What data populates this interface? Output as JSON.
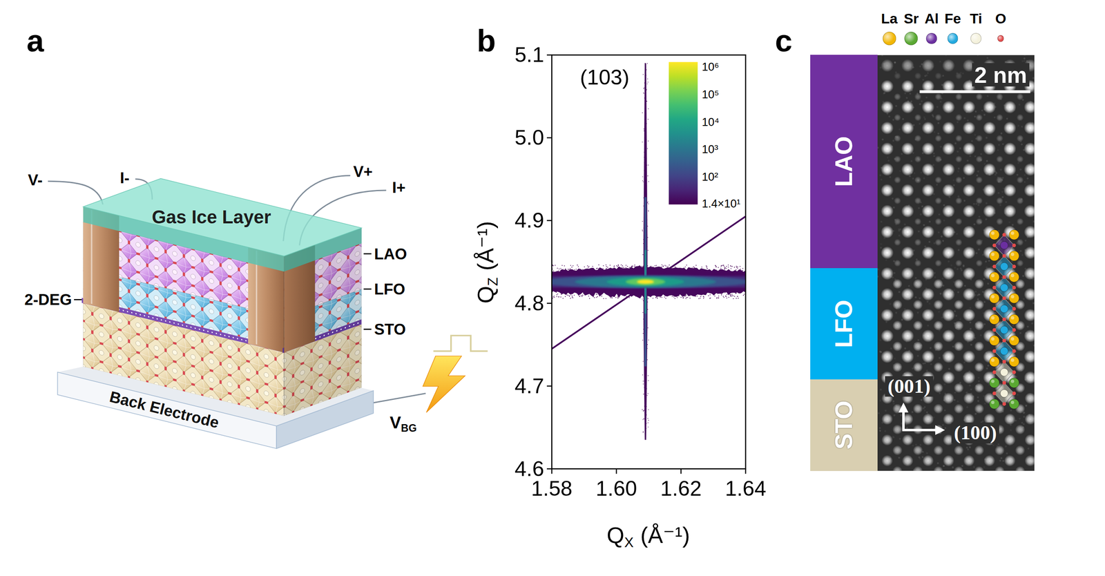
{
  "diagram": {
    "nodes": [
      {
        "text": [
          "Gas Ice Layer"
        ]
      },
      {
        "text": [
          "Back Electrode"
        ]
      },
      {
        "text": [
          "LAO"
        ]
      },
      {
        "text": [
          "LFO"
        ]
      },
      {
        "text": [
          "STO"
        ]
      }
    ],
    "labels": [
      "a",
      "V-",
      "I-",
      "V+",
      "I+",
      "LAO",
      "LFO",
      "2-DEG",
      "STO",
      "V",
      "BG",
      "b",
      "(103)",
      "5.1",
      "5.0",
      "4.9",
      "4.8",
      "4.7",
      "4.6",
      "1.58",
      "1.60",
      "1.62",
      "1.64",
      "Q",
      "Z",
      "(Å⁻¹)",
      "Q",
      "X",
      "(Å⁻¹)",
      "10⁶",
      "10⁵",
      "10⁴",
      "10³",
      "10²",
      "1.4×10¹",
      "c",
      "2 nm",
      "(001)",
      "(100)"
    ],
    "legend": [
      {
        "text": "La",
        "color": "#f2b705"
      },
      {
        "text": "Sr",
        "color": "#5aa832"
      },
      {
        "text": "Al",
        "color": "#6b2fa0"
      },
      {
        "text": "Fe",
        "color": "#22a9df"
      },
      {
        "text": "Ti",
        "color": "#f4f1dc"
      },
      {
        "text": "O",
        "color": "#e34b4b"
      }
    ]
  }
}
